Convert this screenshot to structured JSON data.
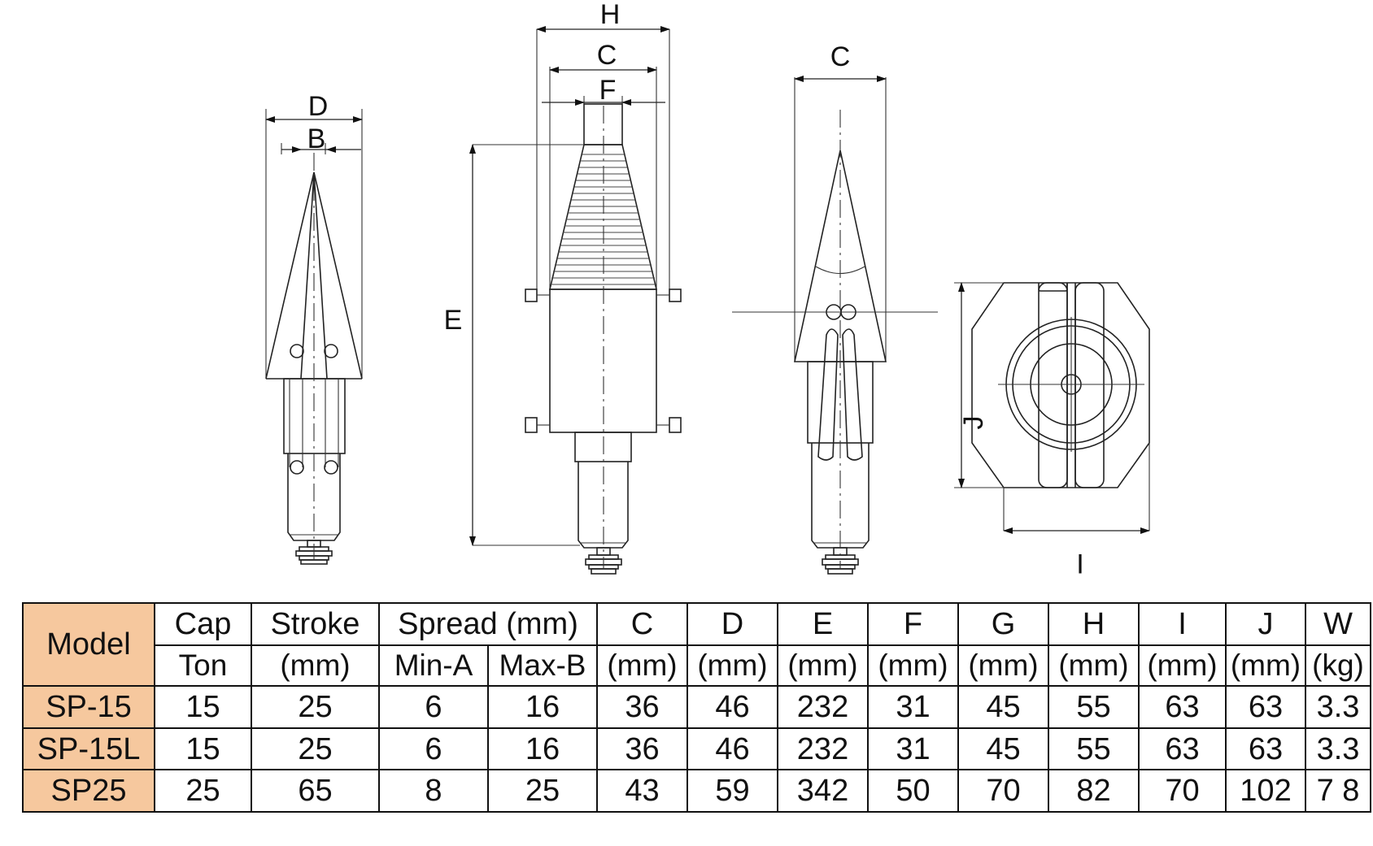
{
  "dimension_labels": {
    "side_view": {
      "d": "D",
      "b": "B"
    },
    "front_view": {
      "h": "H",
      "c": "C",
      "f": "F",
      "e": "E"
    },
    "edge_view": {
      "c": "C"
    },
    "base_view": {
      "j": "J",
      "i": "I"
    }
  },
  "spec_table": {
    "header_model": "Model",
    "header_top": [
      "Cap",
      "Stroke",
      "Spread (mm)",
      "C",
      "D",
      "E",
      "F",
      "G",
      "H",
      "I",
      "J",
      "W"
    ],
    "header_sub": [
      "Ton",
      "(mm)",
      "Min-A",
      "Max-B",
      "(mm)",
      "(mm)",
      "(mm)",
      "(mm)",
      "(mm)",
      "(mm)",
      "(mm)",
      "(mm)",
      "(kg)"
    ],
    "rows": [
      {
        "model": "SP-15",
        "cells": [
          "15",
          "25",
          "6",
          "16",
          "36",
          "46",
          "232",
          "31",
          "45",
          "55",
          "63",
          "63",
          "3.3"
        ]
      },
      {
        "model": "SP-15L",
        "cells": [
          "15",
          "25",
          "6",
          "16",
          "36",
          "46",
          "232",
          "31",
          "45",
          "55",
          "63",
          "63",
          "3.3"
        ]
      },
      {
        "model": "SP25",
        "cells": [
          "25",
          "65",
          "8",
          "25",
          "43",
          "59",
          "342",
          "50",
          "70",
          "82",
          "70",
          "102",
          "7 8"
        ]
      }
    ]
  },
  "colors": {
    "model_header_fill": "#f6c89e",
    "line": "#222222"
  }
}
